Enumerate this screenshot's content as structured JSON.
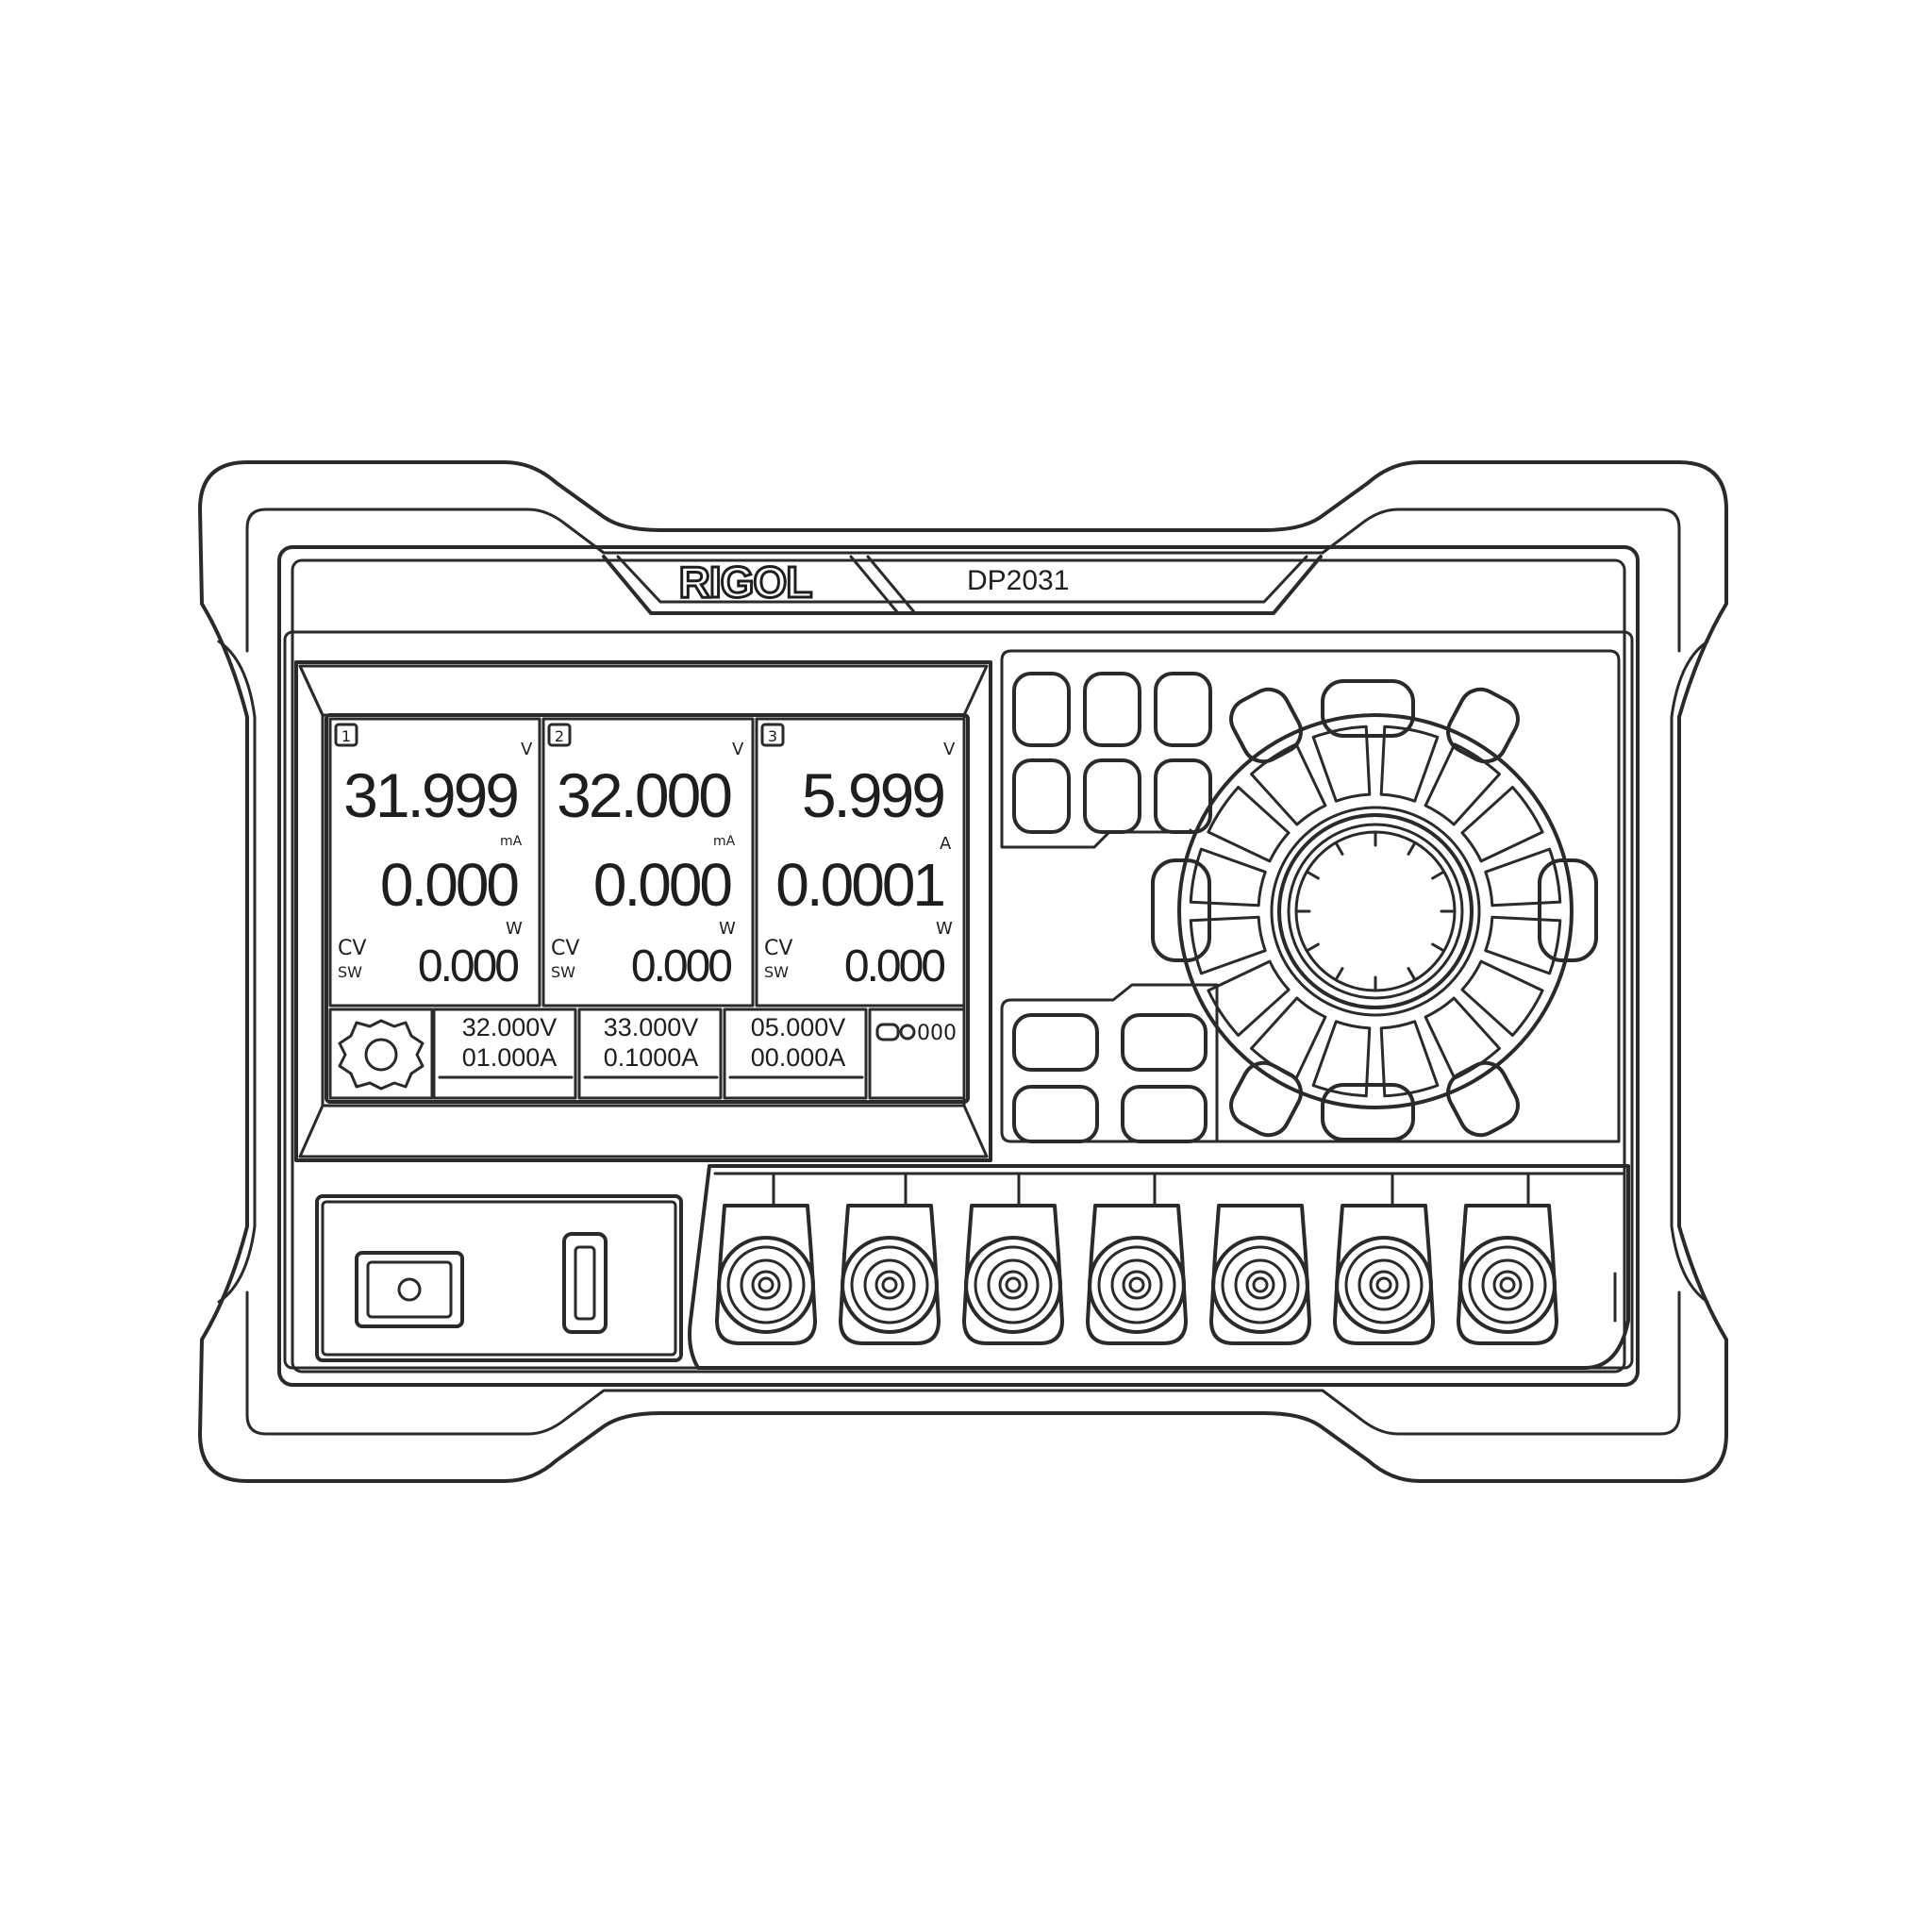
{
  "brand": {
    "logo": "RIGOL",
    "model": "DP2031"
  },
  "display": {
    "channels": [
      {
        "tag": "1",
        "voltage": "31.999",
        "voltage_unit": "V",
        "current": "0.000",
        "current_unit": "mA",
        "power": "0.000",
        "power_unit": "W",
        "mode": "CV",
        "mode_sub": "SW"
      },
      {
        "tag": "2",
        "voltage": "32.000",
        "voltage_unit": "V",
        "current": "0.000",
        "current_unit": "mA",
        "power": "0.000",
        "power_unit": "W",
        "mode": "CV",
        "mode_sub": "SW"
      },
      {
        "tag": "3",
        "voltage": "5.999",
        "voltage_unit": "V",
        "current": "0.0001",
        "current_unit": "A",
        "power": "0.000",
        "power_unit": "W",
        "mode": "CV",
        "mode_sub": "SW"
      }
    ],
    "settings": [
      {
        "voltage": "32.000V",
        "current": "01.000A"
      },
      {
        "voltage": "33.000V",
        "current": "0.1000A"
      },
      {
        "voltage": "05.000V",
        "current": "00.000A"
      }
    ],
    "status_text": "000"
  },
  "terminals": {
    "groups": 3,
    "count": 7
  }
}
